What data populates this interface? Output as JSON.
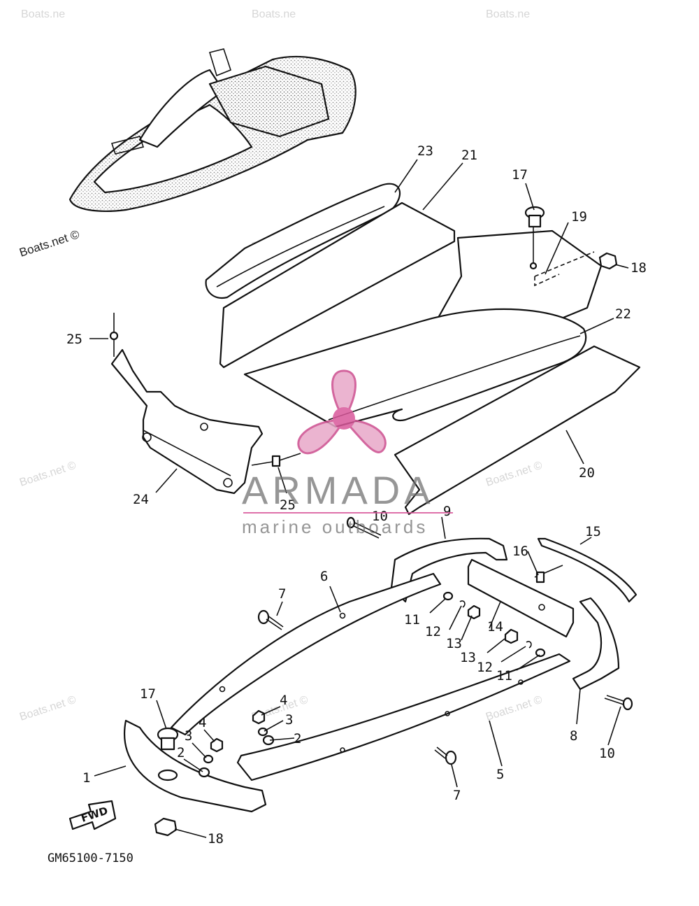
{
  "diagram": {
    "reference_code": "GM65100-7150",
    "fwd_label": "FWD",
    "watermarks": {
      "small_mark": "Boats.net ©",
      "edge_mark": "Boats.ne",
      "brand_name": "ARMADA",
      "brand_tagline": "marine outboards"
    },
    "callouts": [
      {
        "id": "c23",
        "label": "23"
      },
      {
        "id": "c21",
        "label": "21"
      },
      {
        "id": "c17a",
        "label": "17"
      },
      {
        "id": "c19",
        "label": "19"
      },
      {
        "id": "c18a",
        "label": "18"
      },
      {
        "id": "c22",
        "label": "22"
      },
      {
        "id": "c25a",
        "label": "25"
      },
      {
        "id": "c20",
        "label": "20"
      },
      {
        "id": "c24",
        "label": "24"
      },
      {
        "id": "c25b",
        "label": "25"
      },
      {
        "id": "c10a",
        "label": "10"
      },
      {
        "id": "c9",
        "label": "9"
      },
      {
        "id": "c15",
        "label": "15"
      },
      {
        "id": "c16",
        "label": "16"
      },
      {
        "id": "c6",
        "label": "6"
      },
      {
        "id": "c7a",
        "label": "7"
      },
      {
        "id": "c11a",
        "label": "11"
      },
      {
        "id": "c12a",
        "label": "12"
      },
      {
        "id": "c13a",
        "label": "13"
      },
      {
        "id": "c14",
        "label": "14"
      },
      {
        "id": "c13b",
        "label": "13"
      },
      {
        "id": "c12b",
        "label": "12"
      },
      {
        "id": "c11b",
        "label": "11"
      },
      {
        "id": "c17b",
        "label": "17"
      },
      {
        "id": "c4a",
        "label": "4"
      },
      {
        "id": "c4b",
        "label": "4"
      },
      {
        "id": "c3a",
        "label": "3"
      },
      {
        "id": "c3b",
        "label": "3"
      },
      {
        "id": "c2a",
        "label": "2"
      },
      {
        "id": "c2b",
        "label": "2"
      },
      {
        "id": "c1",
        "label": "1"
      },
      {
        "id": "c8",
        "label": "8"
      },
      {
        "id": "c10b",
        "label": "10"
      },
      {
        "id": "c5",
        "label": "5"
      },
      {
        "id": "c7b",
        "label": "7"
      },
      {
        "id": "c18b",
        "label": "18"
      }
    ]
  }
}
